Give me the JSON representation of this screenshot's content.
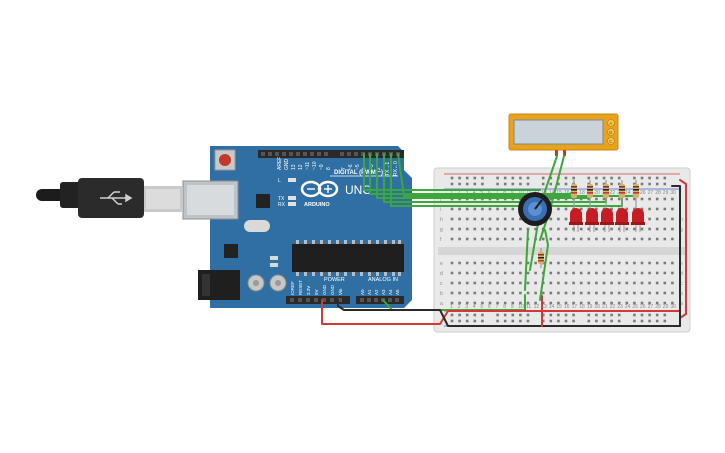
{
  "arduino": {
    "aref_label": "AREF",
    "gnd_label": "GND",
    "pin13_label": "13",
    "pin12_label": "12",
    "pin11_label": "~11",
    "pin10_label": "~10",
    "pin9_label": "~9",
    "pin8_label": "8",
    "pin7_label": "7",
    "pin6_label": "~6",
    "pin5_label": "~5",
    "pin4_label": "4",
    "pin3_label": "~3",
    "pin2_label": "2",
    "tx_label": "TX→1",
    "rx_label": "RX←0",
    "digital_label": "DIGITAL (PWM ~)",
    "tx_led_label": "TX",
    "rx_led_label": "RX",
    "l_led_label": "L",
    "uno_label": "UNO",
    "brand_label": "ARDUINO",
    "power_label": "POWER",
    "analog_label": "ANALOG IN",
    "power_pins": [
      "IOREF",
      "RESET",
      "3.3V",
      "5V",
      "GND",
      "GND",
      "Vin"
    ],
    "analog_pins": [
      "A0",
      "A1",
      "A2",
      "A3",
      "A4",
      "A5"
    ]
  },
  "breadboard": {
    "rows_top": [
      "j",
      "i",
      "h",
      "g",
      "f"
    ],
    "rows_bottom": [
      "e",
      "d",
      "c",
      "b",
      "a"
    ],
    "column_numbers": [
      "1",
      "2",
      "3",
      "4",
      "5",
      "6",
      "7",
      "8",
      "9",
      "10",
      "11",
      "12",
      "13",
      "14",
      "15",
      "16",
      "17",
      "18",
      "19",
      "20",
      "21",
      "22",
      "23",
      "24",
      "25",
      "26",
      "27",
      "28",
      "29",
      "30"
    ]
  },
  "lcd": {
    "pin_labels": [
      "A",
      "B",
      "C"
    ]
  },
  "colors": {
    "board": "#2f6fa3",
    "wire_green": "#3aa83a",
    "wire_red": "#d23a3a",
    "wire_black": "#2a2a2a",
    "led_red": "#c41e24",
    "lcd_frame": "#e8a21c",
    "lcd_screen": "#c9d3d8"
  }
}
